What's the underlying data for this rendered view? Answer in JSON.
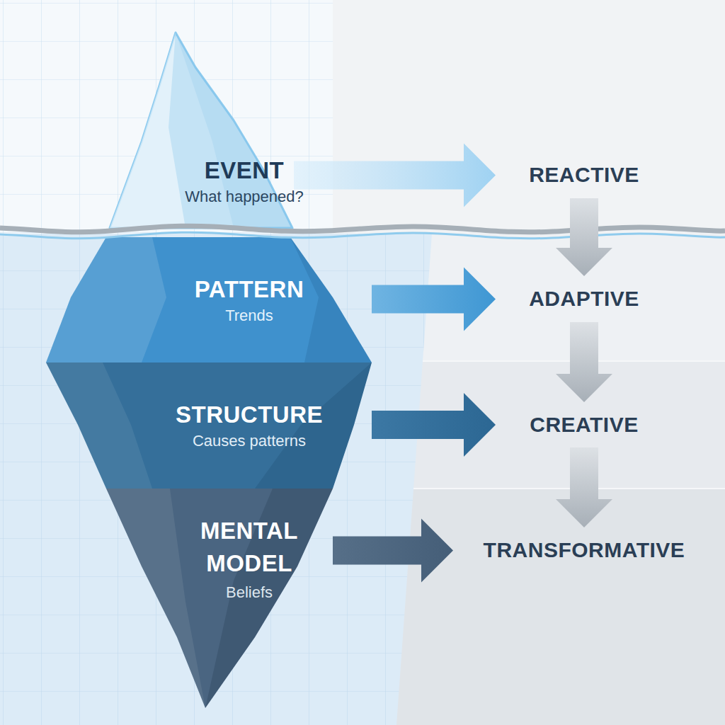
{
  "diagram": {
    "nodes": [
      {
        "text": [
          "EVENT",
          "What happened?"
        ]
      },
      {
        "text": [
          "PATTERN",
          "Trends"
        ]
      },
      {
        "text": [
          "STRUCTURE",
          "Causes patterns"
        ]
      },
      {
        "text": [
          "MENTAL MODEL",
          "Beliefs"
        ]
      },
      {
        "text": [
          "REACTIVE"
        ]
      },
      {
        "text": [
          "ADAPTIVE"
        ]
      },
      {
        "text": [
          "CREATIVE"
        ]
      },
      {
        "text": [
          "TRANSFORMATIVE"
        ]
      }
    ],
    "edges": [
      {
        "from": 0,
        "to": 4,
        "arrow": "to"
      },
      {
        "from": 1,
        "to": 5,
        "arrow": "to"
      },
      {
        "from": 2,
        "to": 6,
        "arrow": "to"
      },
      {
        "from": 3,
        "to": 7,
        "arrow": "to"
      },
      {
        "from": 4,
        "to": 5,
        "arrow": "to"
      },
      {
        "from": 5,
        "to": 6,
        "arrow": "to"
      },
      {
        "from": 6,
        "to": 7,
        "arrow": "to"
      }
    ]
  }
}
